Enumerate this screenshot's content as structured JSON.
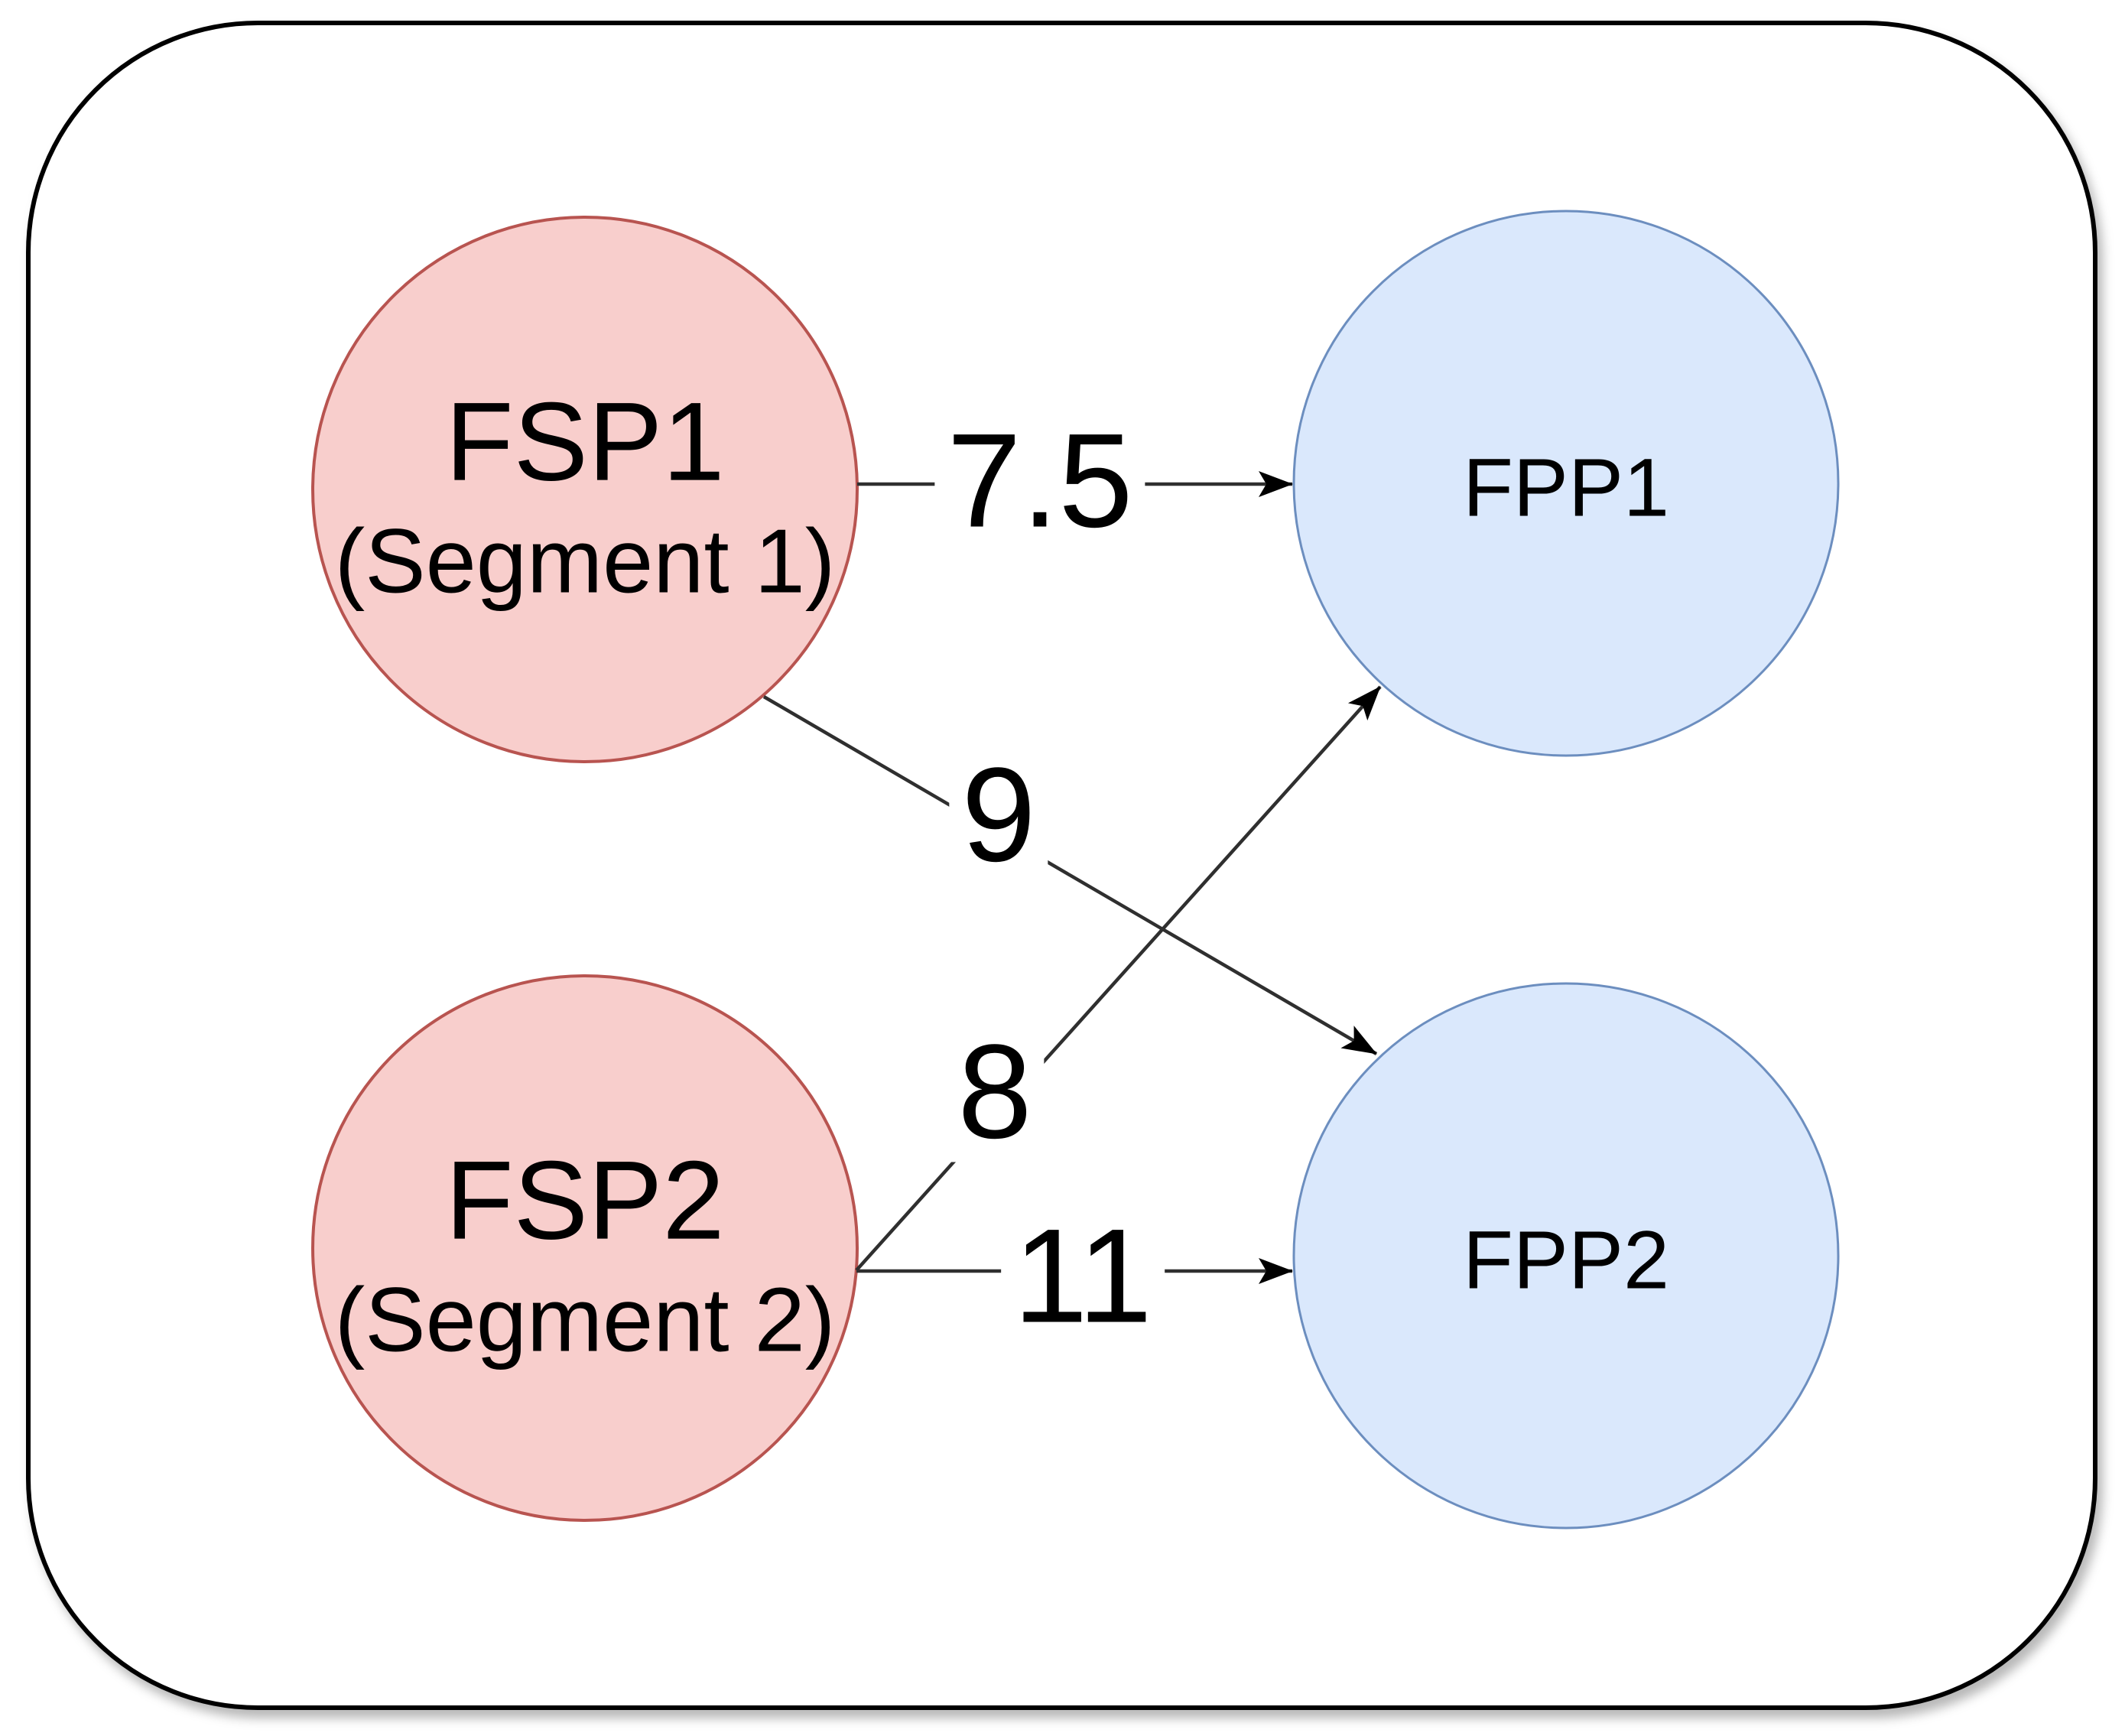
{
  "diagram": {
    "type": "weighted-bipartite-graph",
    "frame": {
      "fill": "#ffffff",
      "stroke": "#000000"
    },
    "edge_style": {
      "stroke": "#2f2f2f",
      "arrowhead": "#000000"
    },
    "nodes": [
      {
        "id": "FSP1",
        "title": "FSP1",
        "subtitle": "(Segment 1)",
        "fill": "#f8cecc",
        "stroke": "#b85450"
      },
      {
        "id": "FSP2",
        "title": "FSP2",
        "subtitle": "(Segment 2)",
        "fill": "#f8cecc",
        "stroke": "#b85450"
      },
      {
        "id": "FPP1",
        "title": "FPP1",
        "fill": "#dae8fc",
        "stroke": "#6c8ebf"
      },
      {
        "id": "FPP2",
        "title": "FPP2",
        "fill": "#dae8fc",
        "stroke": "#6c8ebf"
      }
    ],
    "edges": [
      {
        "from": "FSP1",
        "to": "FPP1",
        "label": "7.5",
        "weight": 7.5
      },
      {
        "from": "FSP1",
        "to": "FPP2",
        "label": "9",
        "weight": 9
      },
      {
        "from": "FSP2",
        "to": "FPP1",
        "label": "8",
        "weight": 8
      },
      {
        "from": "FSP2",
        "to": "FPP2",
        "label": "11",
        "weight": 11
      }
    ]
  }
}
